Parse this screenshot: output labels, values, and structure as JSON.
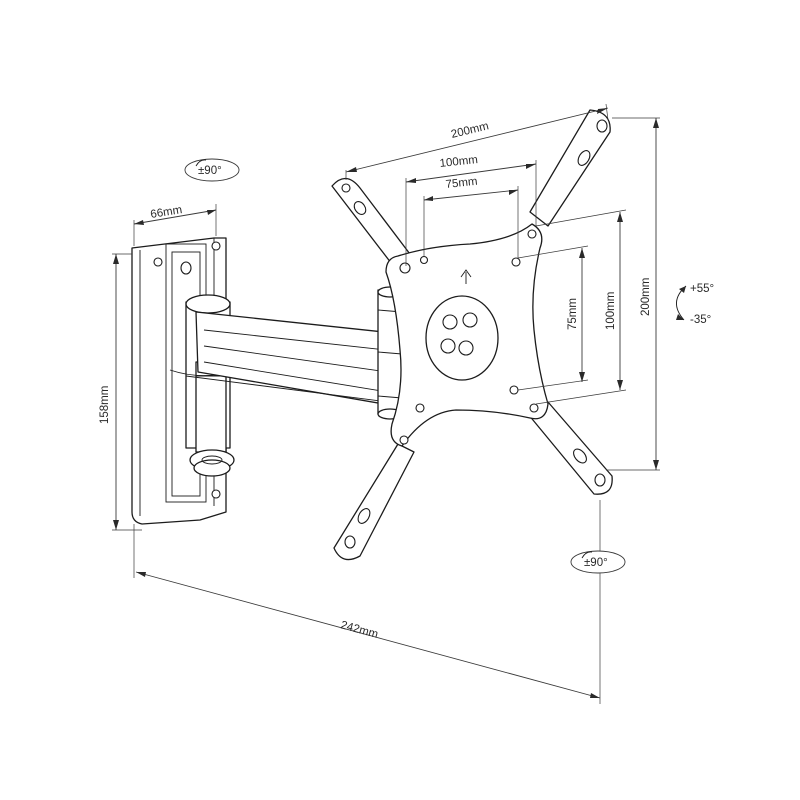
{
  "dimensions": {
    "plate_200_h": "200mm",
    "plate_100_h": "100mm",
    "plate_75_h": "75mm",
    "plate_200_v": "200mm",
    "plate_100_v": "100mm",
    "plate_75_v": "75mm",
    "wall_width": "66mm",
    "wall_height": "158mm",
    "extension": "242mm"
  },
  "rotation": {
    "swivel_top": "±90°",
    "swivel_bottom": "±90°",
    "tilt_up": "+55°",
    "tilt_down": "-35°"
  },
  "icons": {
    "rotation_badge": "rotation-arrow-icon",
    "up_arrow": "up-arrow-icon"
  }
}
